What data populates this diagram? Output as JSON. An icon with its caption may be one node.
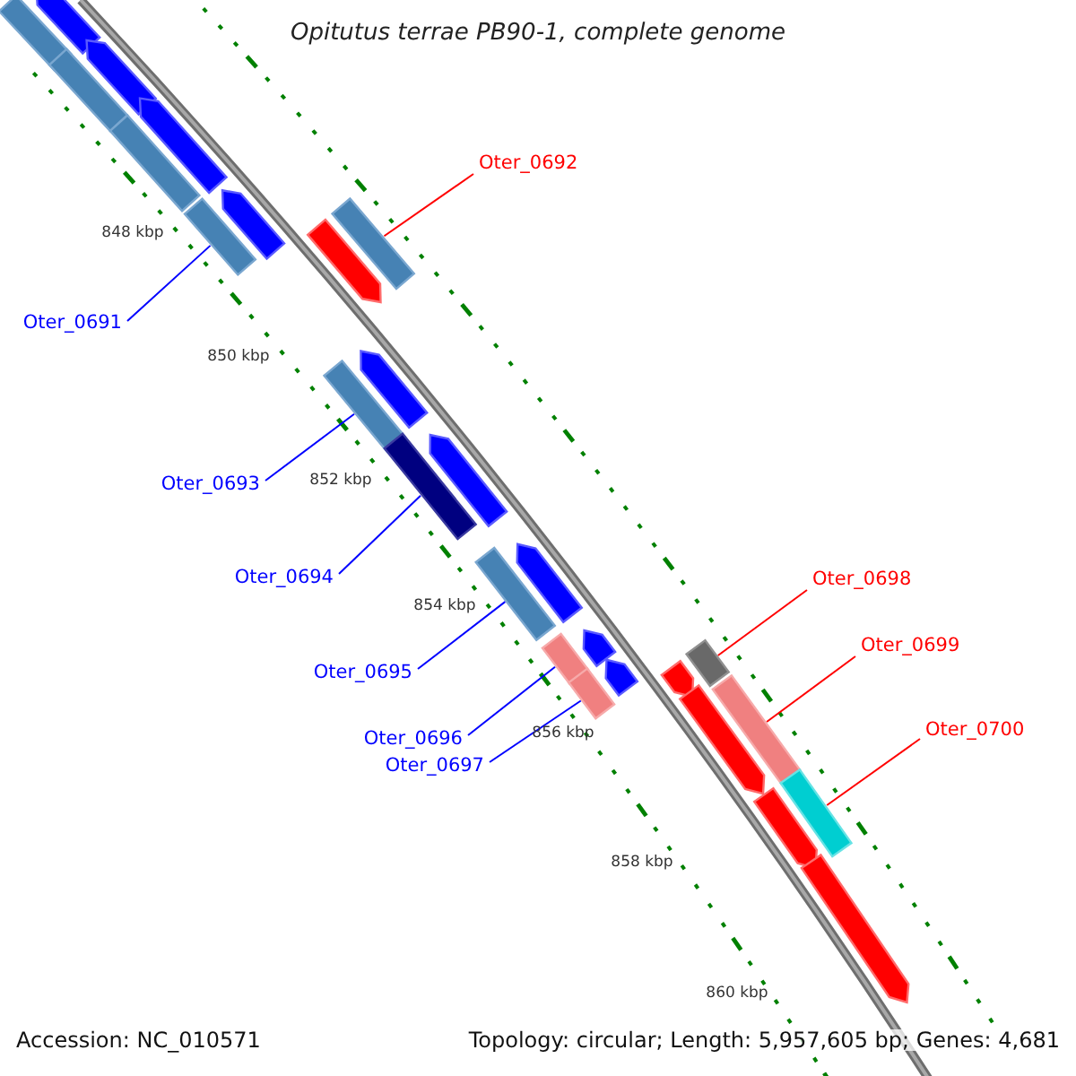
{
  "diagram": {
    "title": "Opitutus terrae PB90-1, complete genome",
    "nodes": [
      {
        "text": [
          "Oter_0691"
        ]
      },
      {
        "text": [
          "Oter_0692"
        ]
      },
      {
        "text": [
          "Oter_0693"
        ]
      },
      {
        "text": [
          "Oter_0694"
        ]
      },
      {
        "text": [
          "Oter_0695"
        ]
      },
      {
        "text": [
          "Oter_0696"
        ]
      },
      {
        "text": [
          "Oter_0697"
        ]
      },
      {
        "text": [
          "Oter_0698"
        ]
      },
      {
        "text": [
          "Oter_0699"
        ]
      },
      {
        "text": [
          "Oter_0700"
        ]
      },
      {
        "text": [],
        "shape": "bar"
      },
      {
        "text": [],
        "shape": "pentagon"
      },
      {
        "text": [],
        "shape": "bar"
      },
      {
        "text": [],
        "shape": "pentagon"
      },
      {
        "text": [],
        "shape": "bar"
      },
      {
        "text": [],
        "shape": "pentagon"
      },
      {
        "text": [],
        "shape": "bar"
      },
      {
        "text": [],
        "shape": "pentagon"
      },
      {
        "text": [],
        "shape": "pentagon"
      },
      {
        "text": [],
        "shape": "bar"
      },
      {
        "text": [],
        "shape": "bar"
      },
      {
        "text": [],
        "shape": "pentagon"
      },
      {
        "text": [],
        "shape": "bar"
      },
      {
        "text": [],
        "shape": "pentagon"
      },
      {
        "text": [],
        "shape": "bar"
      },
      {
        "text": [],
        "shape": "pentagon"
      },
      {
        "text": [],
        "shape": "bar"
      },
      {
        "text": [],
        "shape": "pentagon"
      },
      {
        "text": [],
        "shape": "bar"
      },
      {
        "text": [],
        "shape": "pentagon"
      },
      {
        "text": [],
        "shape": "pentagon"
      },
      {
        "text": [],
        "shape": "bar"
      },
      {
        "text": [],
        "shape": "pentagon"
      },
      {
        "text": [],
        "shape": "bar"
      },
      {
        "text": [],
        "shape": "pentagon"
      },
      {
        "text": [],
        "shape": "bar"
      },
      {
        "text": [],
        "shape": "pentagon"
      }
    ],
    "edges": [
      {
        "from": 0,
        "to": 16,
        "arrow": "none"
      },
      {
        "from": 1,
        "to": 19,
        "arrow": "none",
        "color": "#ff0000"
      },
      {
        "from": 2,
        "to": 20,
        "arrow": "none"
      },
      {
        "from": 3,
        "to": 22,
        "arrow": "none"
      },
      {
        "from": 4,
        "to": 24,
        "arrow": "none"
      },
      {
        "from": 5,
        "to": 26,
        "arrow": "none"
      },
      {
        "from": 6,
        "to": 28,
        "arrow": "none"
      },
      {
        "from": 7,
        "to": 31,
        "arrow": "none",
        "color": "#ff0000"
      },
      {
        "from": 8,
        "to": 33,
        "arrow": "none",
        "color": "#ff0000"
      },
      {
        "from": 9,
        "to": 35,
        "arrow": "none",
        "color": "#ff0000"
      }
    ],
    "labels": [
      "848 kbp",
      "850 kbp",
      "852 kbp",
      "854 kbp",
      "856 kbp",
      "858 kbp",
      "860 kbp",
      "Accession: NC_010571",
      "Topology: circular; Length: 5,957,605 bp; Genes: 4,681"
    ]
  }
}
